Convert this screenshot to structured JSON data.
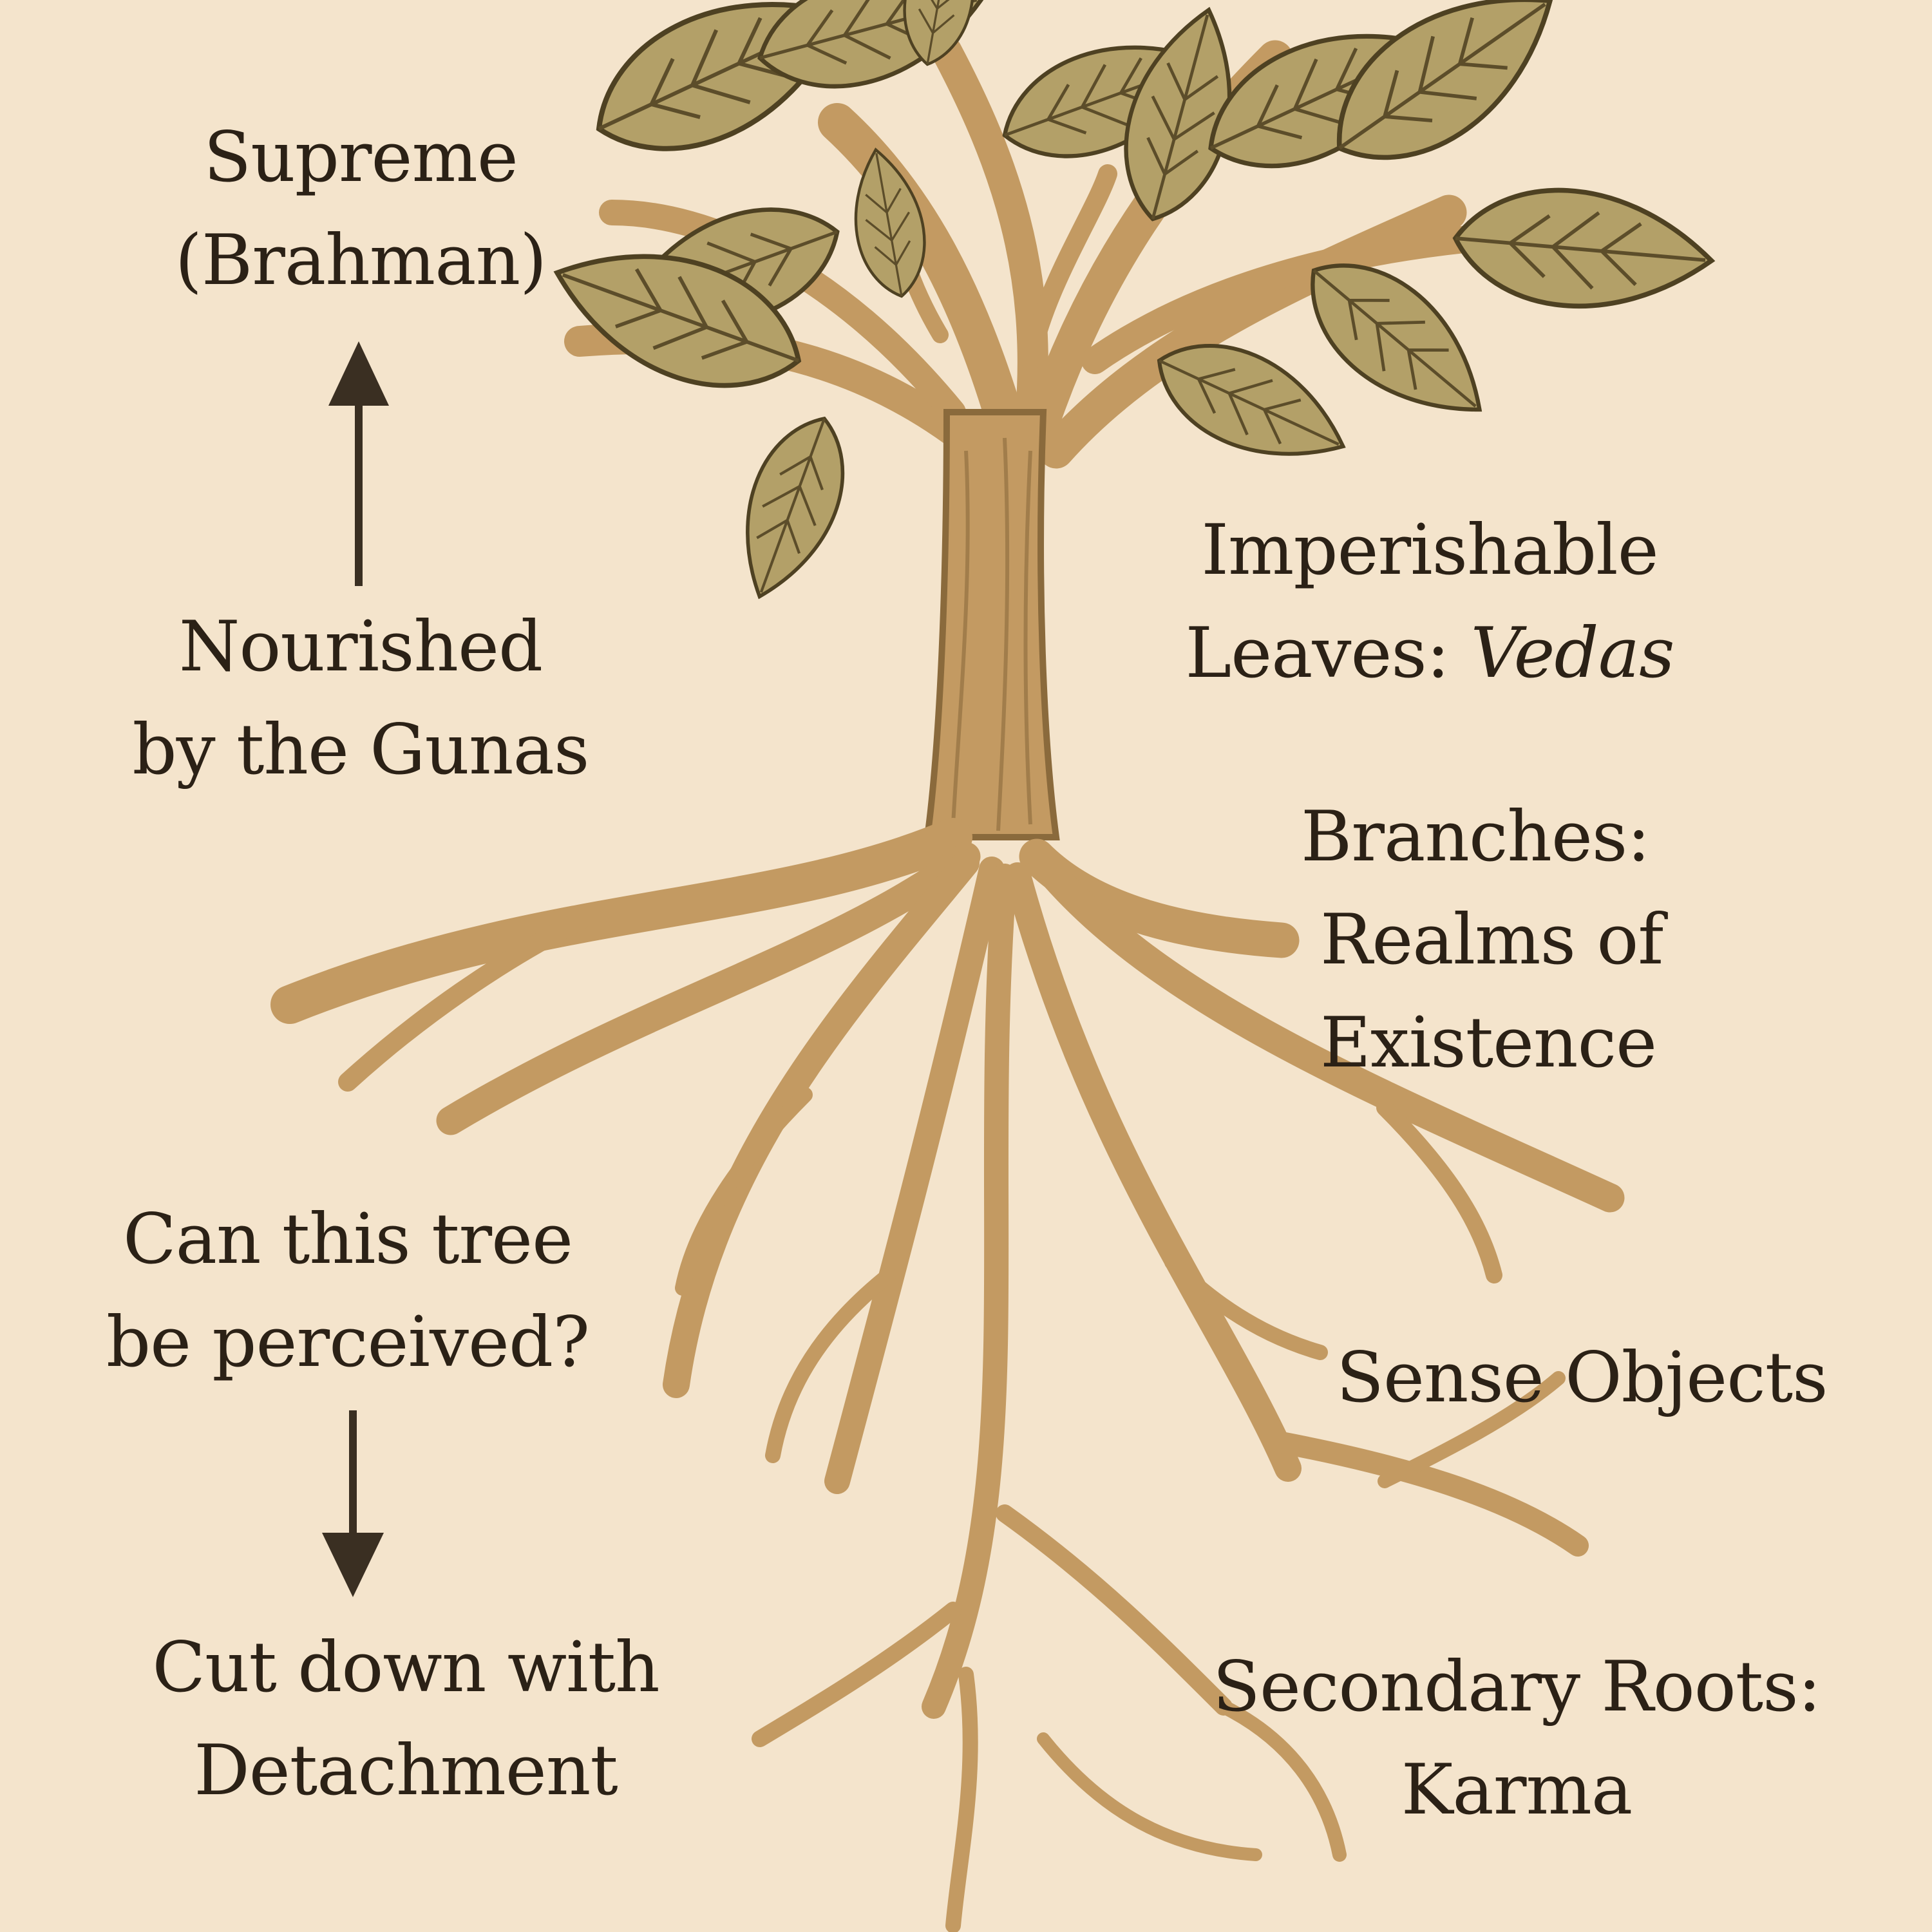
{
  "labels": {
    "supreme": [
      "Supreme",
      "(Brahman)"
    ],
    "nourished": [
      "Nourished",
      "by the Gunas"
    ],
    "perceived": [
      "Can this tree",
      "be perceived?"
    ],
    "cut_down": [
      "Cut down with",
      "Detachment"
    ],
    "imperishable": {
      "line1": "Imperishable",
      "line2_prefix": "Leaves: ",
      "line2_italic": "Vedas"
    },
    "branches": [
      "Branches:",
      "Realms of",
      "Existence"
    ],
    "sense_objects": "Sense Objects",
    "secondary_roots": [
      "Secondary Roots:",
      "Karma"
    ]
  },
  "colors": {
    "background": "#f4e4cc",
    "text": "#2b2116",
    "bark": "#c39a62",
    "bark_dark": "#8a6a3c",
    "leaf": "#b3a068",
    "leaf_vein": "#5c4d2a"
  },
  "icons": {
    "arrow_up": "arrow-up-icon",
    "arrow_down": "arrow-down-icon"
  }
}
